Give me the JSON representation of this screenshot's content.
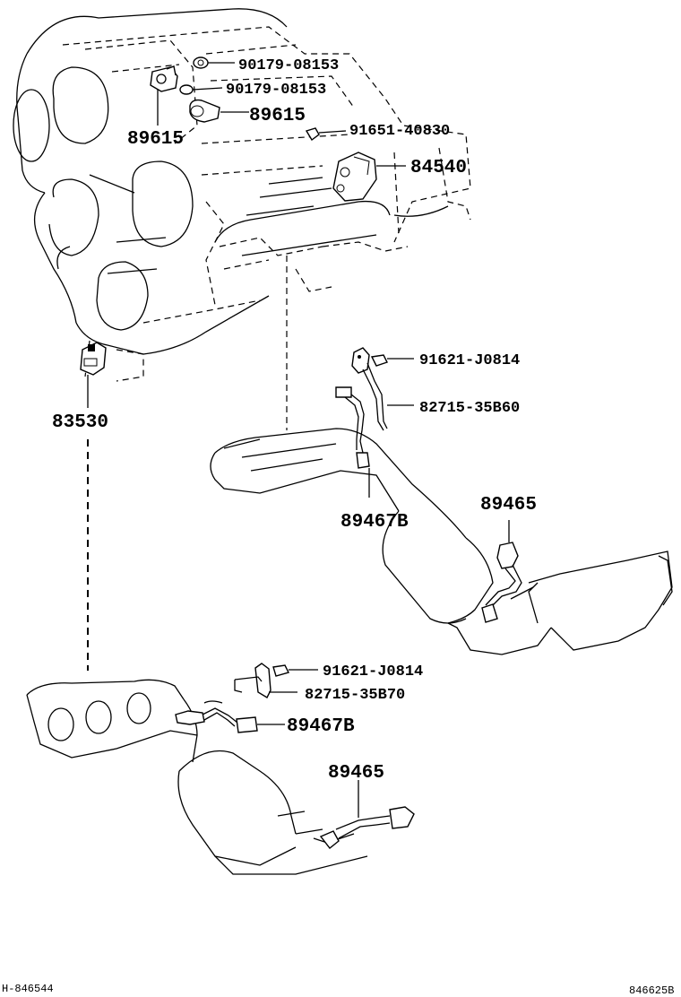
{
  "labels": {
    "p90179_a": "90179-08153",
    "p90179_b": "90179-08153",
    "p89615_a": "89615",
    "p89615_b": "89615",
    "p91651": "91651-40830",
    "p84540": "84540",
    "p91621_a": "91621-J0814",
    "p82715_a": "82715-35B60",
    "p83530": "83530",
    "p89467b_a": "89467B",
    "p89465_a": "89465",
    "p91621_b": "91621-J0814",
    "p82715_b": "82715-35B70",
    "p89467b_b": "89467B",
    "p89465_b": "89465"
  },
  "footer": {
    "left_code": "H-846544",
    "right_code": "846625B"
  }
}
